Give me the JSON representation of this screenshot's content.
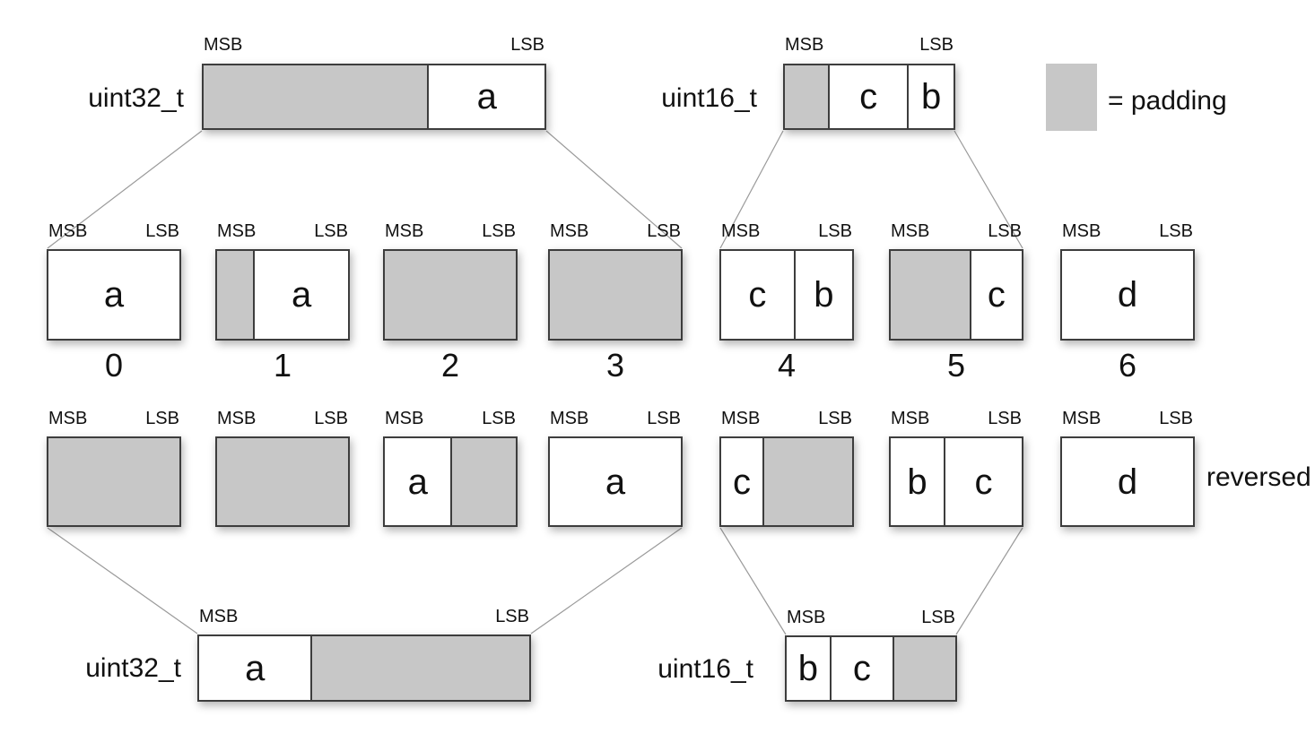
{
  "colors": {
    "padding_gray": "#c7c7c7",
    "box_border": "#3d3d3d",
    "connector_line": "#9a9a9a",
    "text": "#111111",
    "background": "#ffffff"
  },
  "labels": {
    "msb": "MSB",
    "lsb": "LSB"
  },
  "legend": {
    "label": "= padding"
  },
  "reversed_label": "reversed",
  "top_left": {
    "type_label": "uint32_t",
    "segments": [
      {
        "kind": "padding",
        "flex": 66
      },
      {
        "kind": "field",
        "text": "a",
        "flex": 34
      }
    ]
  },
  "top_right": {
    "type_label": "uint16_t",
    "segments": [
      {
        "kind": "padding",
        "flex": 26
      },
      {
        "kind": "field",
        "text": "c",
        "flex": 47
      },
      {
        "kind": "field",
        "text": "b",
        "flex": 27
      }
    ]
  },
  "byte_row": [
    {
      "index": "0",
      "segments": [
        {
          "kind": "field",
          "text": "a",
          "flex": 100
        }
      ]
    },
    {
      "index": "1",
      "segments": [
        {
          "kind": "padding",
          "flex": 28
        },
        {
          "kind": "field",
          "text": "a",
          "flex": 72
        }
      ]
    },
    {
      "index": "2",
      "segments": [
        {
          "kind": "padding",
          "flex": 100
        }
      ]
    },
    {
      "index": "3",
      "segments": [
        {
          "kind": "padding",
          "flex": 100
        }
      ]
    },
    {
      "index": "4",
      "segments": [
        {
          "kind": "field",
          "text": "c",
          "flex": 56
        },
        {
          "kind": "field",
          "text": "b",
          "flex": 44
        }
      ]
    },
    {
      "index": "5",
      "segments": [
        {
          "kind": "padding",
          "flex": 61
        },
        {
          "kind": "field",
          "text": "c",
          "flex": 39
        }
      ]
    },
    {
      "index": "6",
      "segments": [
        {
          "kind": "field",
          "text": "d",
          "flex": 100
        }
      ]
    }
  ],
  "reversed_row": [
    {
      "segments": [
        {
          "kind": "padding",
          "flex": 100
        }
      ]
    },
    {
      "segments": [
        {
          "kind": "padding",
          "flex": 100
        }
      ]
    },
    {
      "segments": [
        {
          "kind": "field",
          "text": "a",
          "flex": 51
        },
        {
          "kind": "padding",
          "flex": 49
        }
      ]
    },
    {
      "segments": [
        {
          "kind": "field",
          "text": "a",
          "flex": 100
        }
      ]
    },
    {
      "segments": [
        {
          "kind": "field",
          "text": "c",
          "flex": 32
        },
        {
          "kind": "padding",
          "flex": 68
        }
      ]
    },
    {
      "segments": [
        {
          "kind": "field",
          "text": "b",
          "flex": 41
        },
        {
          "kind": "field",
          "text": "c",
          "flex": 59
        }
      ]
    },
    {
      "segments": [
        {
          "kind": "field",
          "text": "d",
          "flex": 100
        }
      ]
    }
  ],
  "bottom_left": {
    "type_label": "uint32_t",
    "segments": [
      {
        "kind": "field",
        "text": "a",
        "flex": 34
      },
      {
        "kind": "padding",
        "flex": 66
      }
    ]
  },
  "bottom_right": {
    "type_label": "uint16_t",
    "segments": [
      {
        "kind": "field",
        "text": "b",
        "flex": 26
      },
      {
        "kind": "field",
        "text": "c",
        "flex": 37
      },
      {
        "kind": "padding",
        "flex": 37
      }
    ]
  }
}
